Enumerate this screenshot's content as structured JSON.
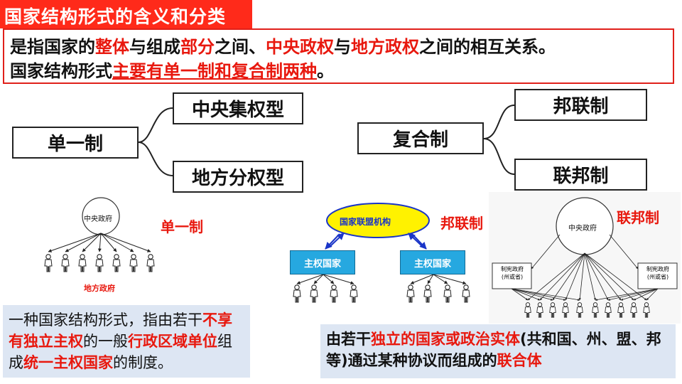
{
  "header": {
    "title": "国家结构形式的含义和分类"
  },
  "definition": {
    "line1": [
      {
        "t": "是指国家的",
        "s": "n"
      },
      {
        "t": "整体",
        "s": "r"
      },
      {
        "t": "与组成",
        "s": "n"
      },
      {
        "t": "部分",
        "s": "r"
      },
      {
        "t": "之间、",
        "s": "n"
      },
      {
        "t": "中央政权",
        "s": "r"
      },
      {
        "t": "与",
        "s": "n"
      },
      {
        "t": "地方政权",
        "s": "r"
      },
      {
        "t": "之间的相互关系。",
        "s": "n"
      }
    ],
    "line2": [
      {
        "t": "国家结构形式",
        "s": "n"
      },
      {
        "t": "主要有单一制和复合制两种",
        "s": "ru"
      },
      {
        "t": "。",
        "s": "n"
      }
    ]
  },
  "tree_left": {
    "root": "单一制",
    "branch_top": "中央集权型",
    "branch_bottom": "地方分权型"
  },
  "tree_right": {
    "root": "复合制",
    "branch_top": "邦联制",
    "branch_bottom": "联邦制"
  },
  "diagram_unitary": {
    "center_label": "中央政府",
    "bottom_label": "地方政府",
    "tag": "单一制"
  },
  "diagram_confederation": {
    "center_label": "国家联盟机构",
    "member_label": "主权国家",
    "tag": "邦联制"
  },
  "diagram_federation": {
    "center_label": "中央政府",
    "member_label": "制宪政府\n(州或省)",
    "tag": "联邦制"
  },
  "panel_left": [
    {
      "t": "一种国家结构形式，指由若干",
      "s": "n"
    },
    {
      "t": "不享有独立主权",
      "s": "r"
    },
    {
      "t": "的一般",
      "s": "n"
    },
    {
      "t": "行政区域单位",
      "s": "r"
    },
    {
      "t": "组成",
      "s": "n"
    },
    {
      "t": "统一主权国家",
      "s": "r"
    },
    {
      "t": "的制度。",
      "s": "n"
    }
  ],
  "panel_right": [
    {
      "t": "由若干",
      "s": "nb"
    },
    {
      "t": "独立的国家或政治实体",
      "s": "r"
    },
    {
      "t": "(共和国、州、盟、邦等)通过某种协议而组成的",
      "s": "nb"
    },
    {
      "t": "联合体",
      "s": "r"
    }
  ],
  "colors": {
    "accent_red": "#e8180e",
    "title_bg": "#ff2a1a",
    "panel_bg": "#dde6f3",
    "ellipse_yellow": "#fff200",
    "member_blue": "#26a8e0"
  }
}
